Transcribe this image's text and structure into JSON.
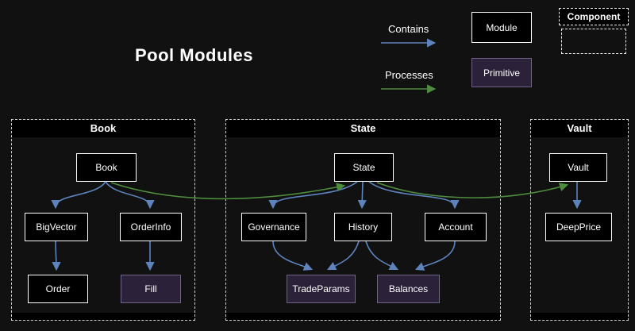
{
  "title": "Pool Modules",
  "legend": {
    "contains": "Contains",
    "processes": "Processes",
    "module": "Module",
    "primitive": "Primitive",
    "component": "Component"
  },
  "colors": {
    "background": "#111111",
    "node_fill": "#000000",
    "node_border": "#ffffff",
    "primitive_fill": "#2b2139",
    "primitive_border": "#6f6187",
    "cluster_border": "#cfcfcf",
    "contains_arrow": "#5d82bc",
    "processes_arrow": "#4e8c3e",
    "text": "#ffffff"
  },
  "clusters": [
    {
      "label": "Book",
      "nodes": [
        {
          "label": "Book",
          "type": "module"
        },
        {
          "label": "BigVector",
          "type": "module"
        },
        {
          "label": "OrderInfo",
          "type": "module"
        },
        {
          "label": "Order",
          "type": "module"
        },
        {
          "label": "Fill",
          "type": "primitive"
        }
      ]
    },
    {
      "label": "State",
      "nodes": [
        {
          "label": "State",
          "type": "module"
        },
        {
          "label": "Governance",
          "type": "module"
        },
        {
          "label": "History",
          "type": "module"
        },
        {
          "label": "Account",
          "type": "module"
        },
        {
          "label": "TradeParams",
          "type": "primitive"
        },
        {
          "label": "Balances",
          "type": "primitive"
        }
      ]
    },
    {
      "label": "Vault",
      "nodes": [
        {
          "label": "Vault",
          "type": "module"
        },
        {
          "label": "DeepPrice",
          "type": "module"
        }
      ]
    }
  ],
  "edges": [
    {
      "from": "Book",
      "to": "BigVector",
      "type": "contains"
    },
    {
      "from": "Book",
      "to": "OrderInfo",
      "type": "contains"
    },
    {
      "from": "BigVector",
      "to": "Order",
      "type": "contains"
    },
    {
      "from": "OrderInfo",
      "to": "Fill",
      "type": "contains"
    },
    {
      "from": "State",
      "to": "Governance",
      "type": "contains"
    },
    {
      "from": "State",
      "to": "History",
      "type": "contains"
    },
    {
      "from": "State",
      "to": "Account",
      "type": "contains"
    },
    {
      "from": "Governance",
      "to": "TradeParams",
      "type": "contains"
    },
    {
      "from": "History",
      "to": "TradeParams",
      "type": "contains"
    },
    {
      "from": "History",
      "to": "Balances",
      "type": "contains"
    },
    {
      "from": "Account",
      "to": "Balances",
      "type": "contains"
    },
    {
      "from": "Vault",
      "to": "DeepPrice",
      "type": "contains"
    },
    {
      "from": "Book",
      "to": "State",
      "type": "processes"
    },
    {
      "from": "State",
      "to": "Vault",
      "type": "processes"
    }
  ]
}
